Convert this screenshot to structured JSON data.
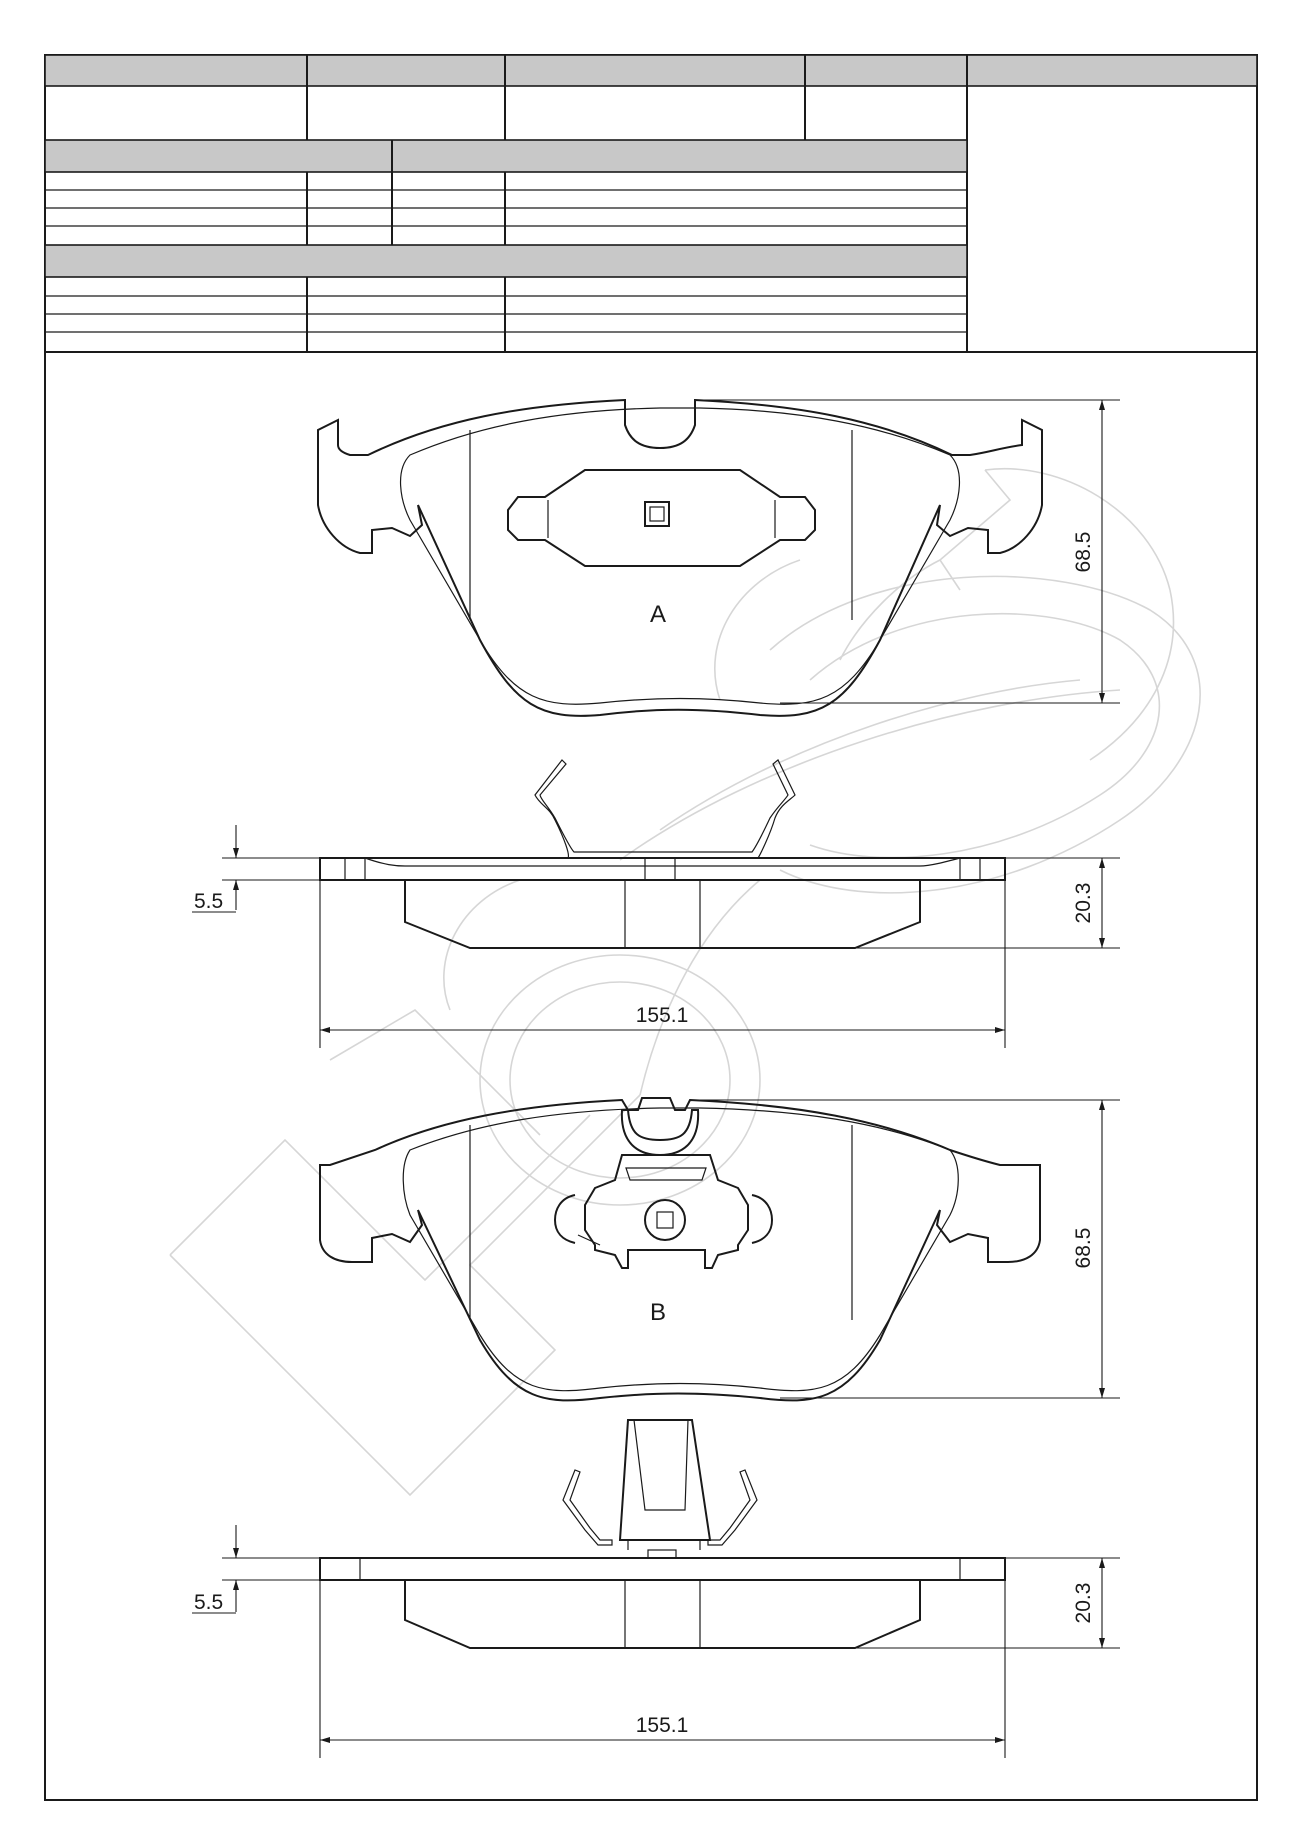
{
  "colors": {
    "line": "#1a1a1a",
    "header_fill": "#c8c8c8",
    "watermark": "#d6d6d6",
    "background": "#ffffff"
  },
  "views": [
    {
      "id": "front-a",
      "label": "A",
      "height_dim": "68.5"
    },
    {
      "id": "side-a",
      "thickness_dim": "20.3",
      "backplate_dim": "5.5",
      "width_dim": "155.1"
    },
    {
      "id": "front-b",
      "label": "B",
      "height_dim": "68.5"
    },
    {
      "id": "side-b",
      "thickness_dim": "20.3",
      "backplate_dim": "5.5",
      "width_dim": "155.1"
    }
  ]
}
